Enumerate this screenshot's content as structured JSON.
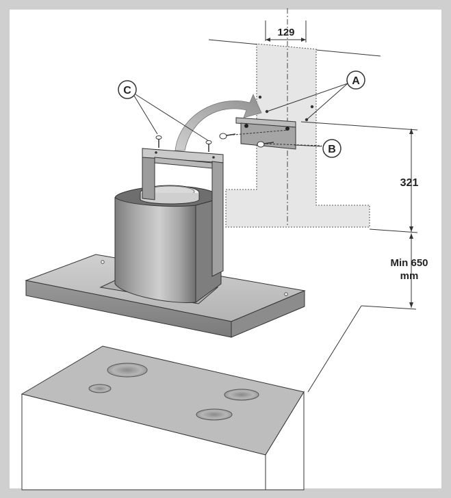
{
  "dimensions": {
    "width_label": "129",
    "height_label": "321",
    "min_height_line1": "Min 650",
    "min_height_line2": "mm"
  },
  "callouts": {
    "a": "A",
    "b": "B",
    "c": "C"
  },
  "colors": {
    "frame": "#cfcfcf",
    "duct_shadow": "#e4e4e4",
    "metal_light": "#c9c9c9",
    "metal_mid": "#a9a9a9",
    "metal_dark": "#8a8a8a",
    "hob_top": "#bdbdbd",
    "arrow": "#a3a3a3"
  }
}
